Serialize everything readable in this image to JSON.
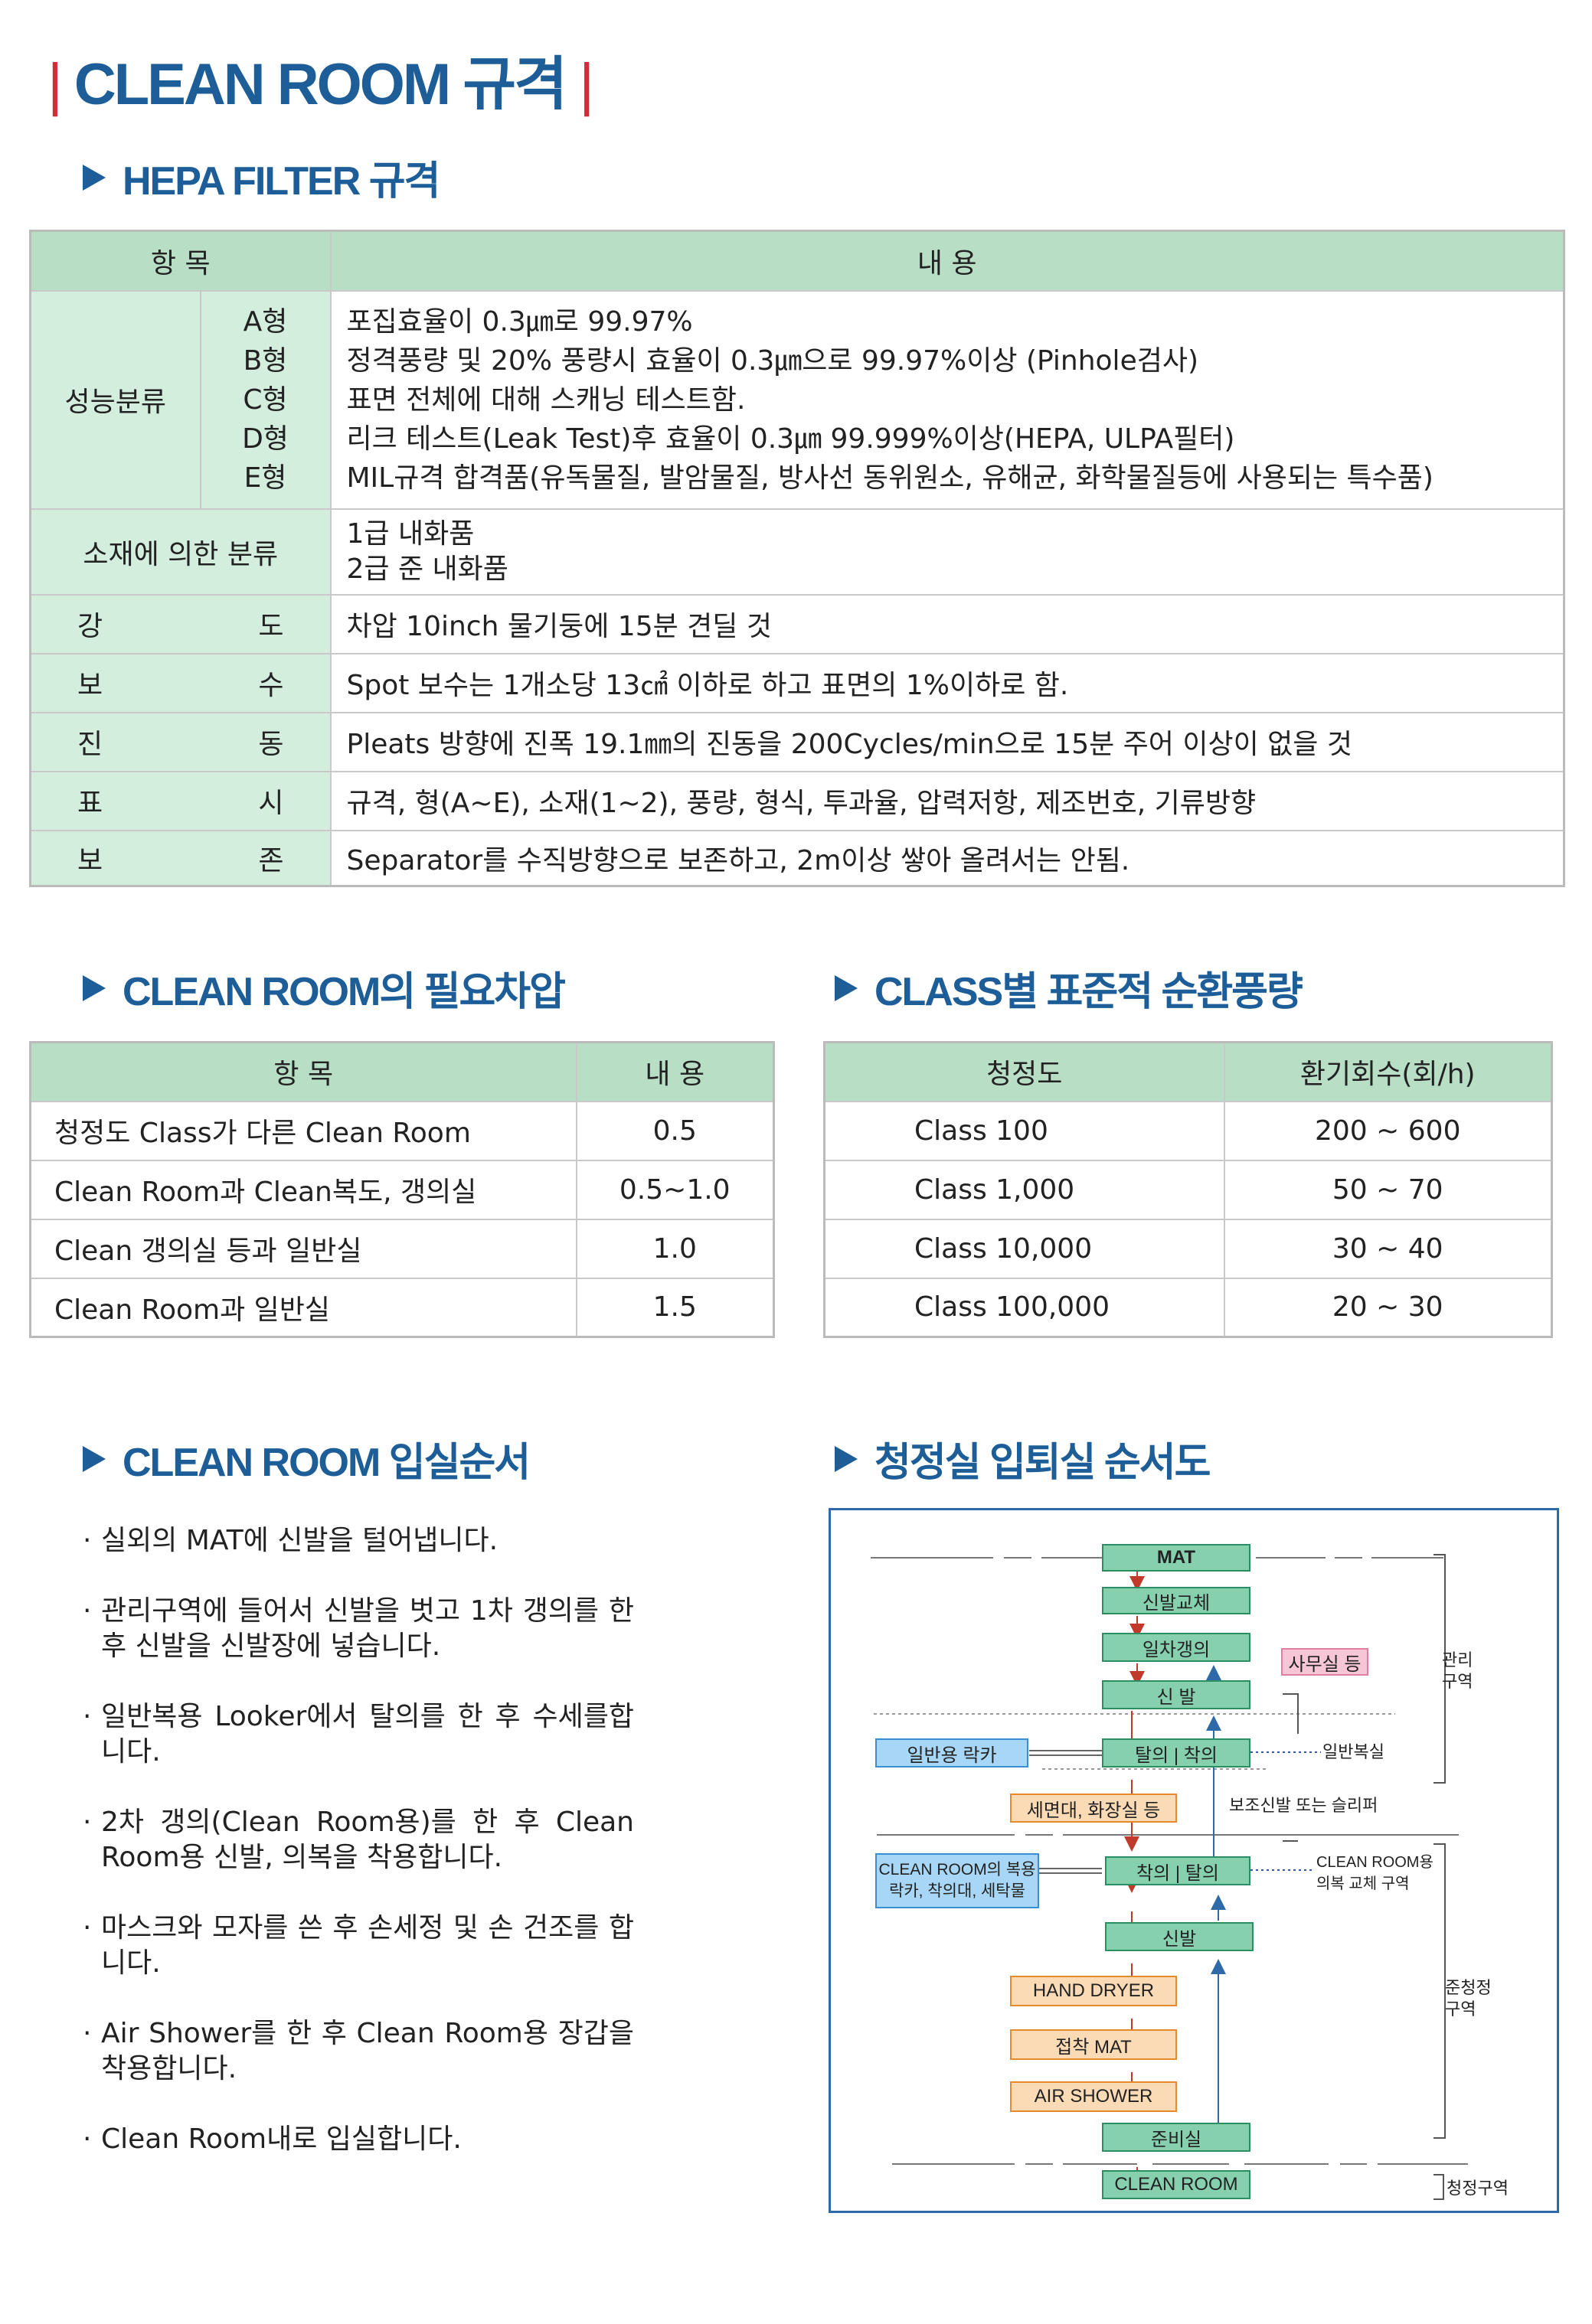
{
  "title": "CLEAN ROOM 규격",
  "title_bar": "|",
  "sections": {
    "hepa": "HEPA FILTER 규격",
    "pressure": "CLEAN ROOM의 필요차압",
    "class_flow": "CLASS별 표준적 순환풍량",
    "entry": "CLEAN ROOM 입실순서",
    "diagram": "청정실 입퇴실 순서도"
  },
  "hepa_table": {
    "header_item": "항 목",
    "header_content": "내 용",
    "perf_label": "성능분류",
    "types": [
      "A형",
      "B형",
      "C형",
      "D형",
      "E형"
    ],
    "perf_contents": [
      "포집효율이 0.3㎛로 99.97%",
      "정격풍량 및 20% 풍량시 효율이 0.3㎛으로 99.97%이상 (Pinhole검사)",
      "표면 전체에 대해 스캐닝 테스트함.",
      "리크 테스트(Leak Test)후 효율이 0.3㎛ 99.999%이상(HEPA, ULPA필터)",
      "MIL규격 합격품(유독물질, 발암물질, 방사선 동위원소, 유해균, 화학물질등에 사용되는 특수품)"
    ],
    "material_label": "소재에 의한 분류",
    "material_contents": [
      "1급 내화품",
      "2급 준 내화품"
    ],
    "rows": [
      {
        "l1": "강",
        "l2": "도",
        "content": "차압 10inch 물기둥에 15분 견딜 것"
      },
      {
        "l1": "보",
        "l2": "수",
        "content": "Spot 보수는 1개소당 13㎠ 이하로 하고 표면의 1%이하로 함."
      },
      {
        "l1": "진",
        "l2": "동",
        "content": "Pleats 방향에 진폭 19.1㎜의 진동을 200Cycles/min으로 15분 주어 이상이 없을 것"
      },
      {
        "l1": "표",
        "l2": "시",
        "content": "규격, 형(A~E), 소재(1~2), 풍량, 형식, 투과율, 압력저항, 제조번호, 기류방향"
      },
      {
        "l1": "보",
        "l2": "존",
        "content": "Separator를 수직방향으로 보존하고, 2m이상 쌓아 올려서는 안됨."
      }
    ]
  },
  "pressure_table": {
    "header_item": "항 목",
    "header_value": "내 용",
    "rows": [
      {
        "item": "청정도 Class가 다른 Clean Room",
        "value": "0.5"
      },
      {
        "item": "Clean Room과 Clean복도, 갱의실",
        "value": "0.5~1.0"
      },
      {
        "item": "Clean 갱의실 등과 일반실",
        "value": "1.0"
      },
      {
        "item": "Clean Room과 일반실",
        "value": "1.5"
      }
    ]
  },
  "class_table": {
    "header_class": "청정도",
    "header_rate": "환기회수(회/h)",
    "rows": [
      {
        "cls": "Class 100",
        "rate": "200 ~ 600"
      },
      {
        "cls": "Class 1,000",
        "rate": "50 ~ 70"
      },
      {
        "cls": "Class 10,000",
        "rate": "30 ~ 40"
      },
      {
        "cls": "Class 100,000",
        "rate": "20 ~ 30"
      }
    ]
  },
  "entry_steps": [
    "실외의 MAT에 신발을 털어냅니다.",
    "관리구역에 들어서 신발을 벗고 1차 갱의를 한 후 신발을 신발장에 넣습니다.",
    "일반복용 Looker에서 탈의를 한 후  수세를합니다.",
    "2차 갱의(Clean Room용)를 한 후 Clean Room용 신발, 의복을 착용합니다.",
    "마스크와 모자를 쓴 후 손세정 및 손 건조를 합니다.",
    "Air Shower를 한 후 Clean Room용 장갑을 착용합니다.",
    "Clean Room내로 입실합니다."
  ],
  "flow": {
    "mat": "MAT",
    "shoe_change": "신발교체",
    "first_gown": "일차갱의",
    "shoes1": "신 발",
    "undress_dress": "탈의 | 착의",
    "wash": "세면대, 화장실 등",
    "dress_undress": "착의 | 탈의",
    "shoes2": "신발",
    "hand_dryer": "HAND DRYER",
    "sticky_mat": "접착 MAT",
    "air_shower": "AIR SHOWER",
    "prep_room": "준비실",
    "clean_room": "CLEAN ROOM",
    "general_locker": "일반용 락카",
    "cr_locker_1": "CLEAN ROOM의 복용",
    "cr_locker_2": "락카, 착의대, 세탁물",
    "office": "사무실 등",
    "general_clothes": "일반복실",
    "aux_shoes": "보조신발 또는 슬리퍼",
    "cr_change_1": "CLEAN ROOM용",
    "cr_change_2": "의복 교체 구역",
    "zone_mgmt_1": "관리",
    "zone_mgmt_2": "구역",
    "zone_semi_1": "준청정",
    "zone_semi_2": "구역",
    "zone_clean": "청정구역",
    "colors": {
      "green": "#86d0ae",
      "orange": "#fbdbb6",
      "blue": "#a7d6f6",
      "pink": "#f7c6d6"
    }
  }
}
